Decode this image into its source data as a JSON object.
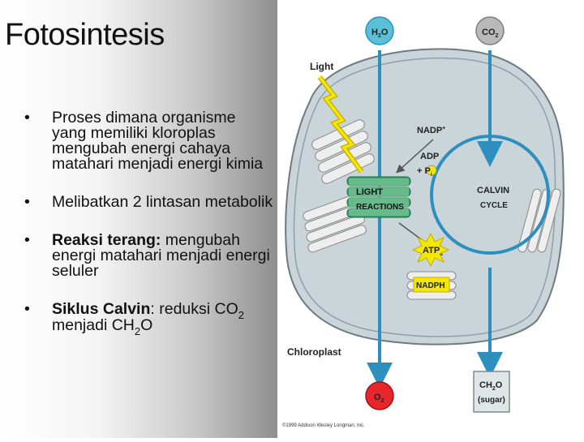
{
  "slide": {
    "title": "Fotosintesis",
    "bullets": [
      {
        "text": "Proses dimana organisme yang memiliki kloroplas mengubah energi cahaya matahari menjadi energi kimia"
      },
      {
        "text": "Melibatkan 2 lintasan metabolik"
      },
      {
        "bold": "Reaksi terang:",
        "text": " mengubah energi matahari menjadi energi seluler"
      },
      {
        "bold": "Siklus Calvin",
        "text": ": reduksi CO",
        "sub1": "2",
        "text2": " menjadi CH",
        "sub2": "2",
        "text3": "O"
      }
    ]
  },
  "diagram": {
    "h2o": "H",
    "h2o_sub": "2",
    "h2o_end": "O",
    "co2": "CO",
    "co2_sub": "2",
    "light": "Light",
    "nadp": "NADP",
    "nadp_sup": "+",
    "adp": "ADP",
    "pi": "+ P",
    "pi_sub": "i",
    "light_reactions_1": "LIGHT",
    "light_reactions_2": "REACTIONS",
    "calvin_1": "CALVIN",
    "calvin_2": "CYCLE",
    "atp": "ATP",
    "nadph": "NADPH",
    "chloroplast": "Chloroplast",
    "o2": "O",
    "o2_sub": "2",
    "ch2o_1": "CH",
    "ch2o_sub": "2",
    "ch2o_end": "O",
    "ch2o_2": "(sugar)",
    "copyright": "©1999 Addison Wesley Longman, Inc."
  },
  "colors": {
    "stroma": "#c9d5d8",
    "stroma_edge": "#6d7a80",
    "arrow_blue": "#2d8fbe",
    "h2o_circle": "#5bbfd8",
    "co2_circle": "#b9b9b9",
    "o2_circle": "#e8262a",
    "thylakoid_green": "#3aa36a",
    "lightning": "#f3e800",
    "atp_star": "#f3e800",
    "nadph_box": "#f3e800"
  }
}
